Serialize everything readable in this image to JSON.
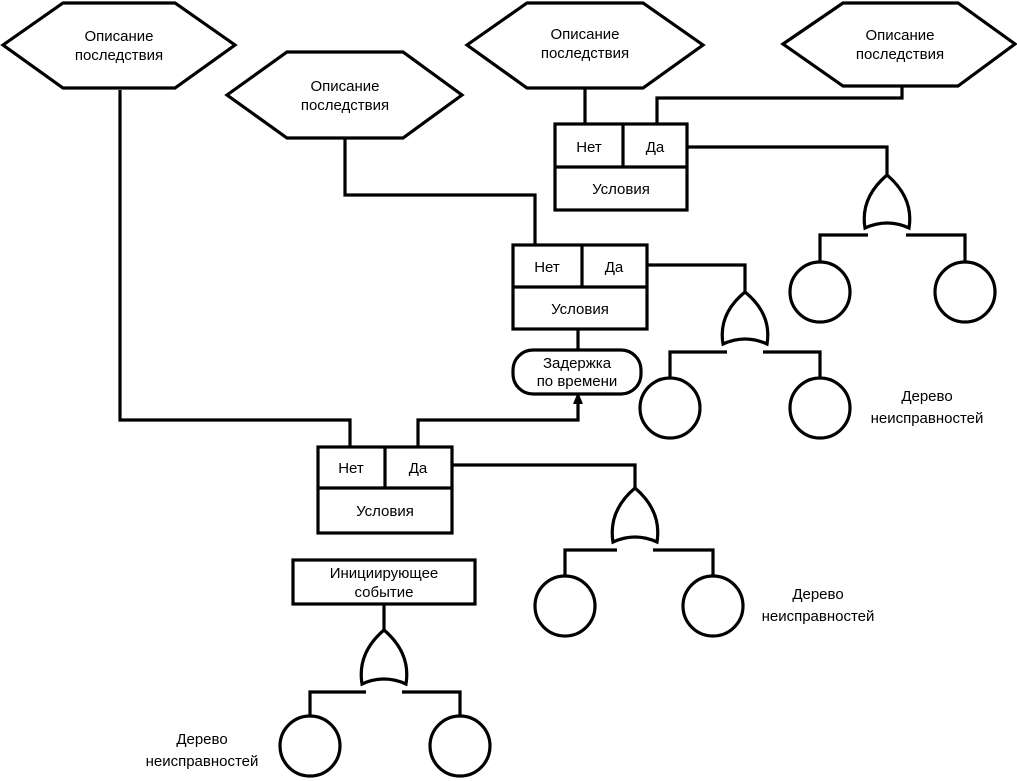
{
  "consequences": [
    {
      "line1": "Описание",
      "line2": "последствия"
    },
    {
      "line1": "Описание",
      "line2": "последствия"
    },
    {
      "line1": "Описание",
      "line2": "последствия"
    },
    {
      "line1": "Описание",
      "line2": "последствия"
    }
  ],
  "branch": {
    "no": "Нет",
    "yes": "Да",
    "conditions": "Условия"
  },
  "delay": {
    "line1": "Задержка",
    "line2": "по времени"
  },
  "initiating_event": {
    "line1": "Инициирующее",
    "line2": "событие"
  },
  "fault_tree": {
    "line1": "Дерево",
    "line2": "неисправностей"
  }
}
